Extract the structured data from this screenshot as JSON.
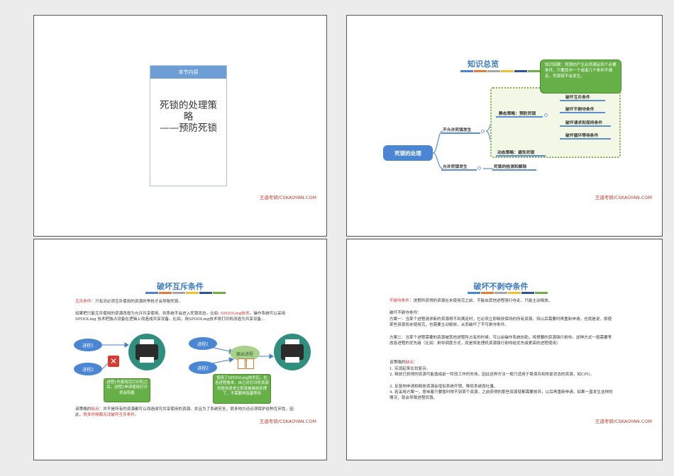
{
  "footer_text": "王道考研/CSKAOYAN.COM",
  "accent_colors": [
    "#4a86d2",
    "#e07b39",
    "#a6a6a6",
    "#f2c037",
    "#2f5597",
    "#70ad47"
  ],
  "slide1": {
    "header": "本节内容",
    "title_line1": "死锁的处理策",
    "title_line2": "略",
    "title_line3": "——预防死锁"
  },
  "slide2": {
    "title": "知识总览",
    "bubble": "知识回顾：死锁的产生必须满足四个必要条件，只要其中一个或者几个条件不满足，死锁就不会发生。",
    "root": "死锁的处理",
    "branch1": "不允许死锁发生",
    "branch2": "允许死锁发生",
    "static": "静态策略：预防死锁",
    "dynamic": "动态策略：避免死锁",
    "detect": "死锁的检测和解除",
    "leaves": [
      "破坏互斥条件",
      "破坏不剥夺条件",
      "破坏请求和保持条件",
      "破坏循环等待条件"
    ]
  },
  "slide3": {
    "title": "破坏互斥条件",
    "p1_red": "互斥条件",
    "p1": "：只有对必须互斥使用的资源的争抢才会导致死锁。",
    "p2a": "如果把只能互斥使用的资源改造为允许共享使用，则系统不会进入死锁状态。比如: ",
    "p2_red": "SPOOLing技术",
    "p2b": "。操作系统可以采用 SPOOLing 技术把独占设备在逻辑上改造成共享设备。比如，用SPOOLing技术将打印机改造为共享设备...",
    "proc1": "进程1",
    "proc2": "进程2",
    "note_left": "进程1先使用完打印机之后，进程2申请使用打印机会阻塞",
    "output_label": "输出进程",
    "note_right": "使用了SPOOLing技术后，在各进程看来，自己对打印机资源的使用请求立即就被接收处理了，不需要再阻塞等待",
    "p3a": "该策略的",
    "p3_red1": "缺点",
    "p3b": "：并不是所有的资源都可以改造成可共享使用的资源。并且为了系统安全，很多地方还必须保护这种互斥性。因此，",
    "p3_red2": "很多时候都无法破坏互斥条件。"
  },
  "slide4": {
    "title": "破坏不剥夺条件",
    "p1_red": "不剥夺条件",
    "p1": "：进程所获得的资源在未使用完之前，不能由其他进程强行夺走，只能主动释放。",
    "h1": "破坏不剥夺条件：",
    "s1": "方案一：当某个进程请求新的资源得不到满足时，它必须立即释放保持的所有资源，待以后需要时再重新申请。也就是说，即使某些资源尚未使用完，也需要主动释放，从而破坏了不可剥夺条件。",
    "s2": "方案二：当某个进程需要的资源被其他进程所占有的时候，可以由操作系统协助，将想要的资源强行剥夺。这种方式一般需要考虑各进程的优先级（比如：剥夺调度方式，就是将处理机资源强行剥夺给优先级更高的进程使用）",
    "h2a": "该策略的",
    "h2_red": "缺点",
    "h2b": "：",
    "d1": "1. 实现起来比较复杂。",
    "d2": "2. 释放已获得的资源可能造成前一阶段工作的失效。因此这种方法一般只适用于易保存和恢复状态的资源，如CPU。",
    "d3": "3. 反复地申请和释放资源会增加系统开销，降低系统吞吐量。",
    "d4": "4. 若采用方案一，意味着只要暂时得不到某个资源，之前获得的那些资源就都需要放弃，以后再重新申请。如果一直发生这样的情况，就会导致进程饥饿。"
  }
}
